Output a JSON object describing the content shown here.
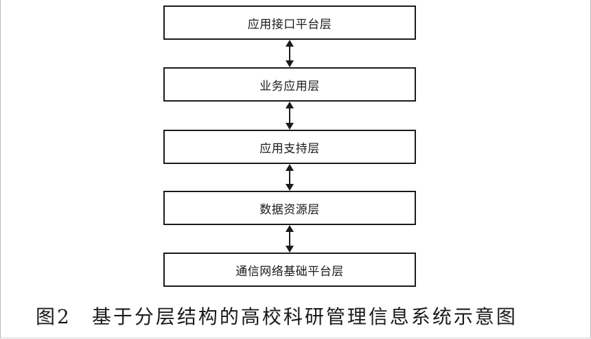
{
  "layers": [
    {
      "label": "应用接口平台层"
    },
    {
      "label": "业务应用层"
    },
    {
      "label": "应用支持层"
    },
    {
      "label": "数据资源层"
    },
    {
      "label": "通信网络基础平台层"
    }
  ],
  "caption": {
    "number": "图2",
    "text": "基于分层结构的高校科研管理信息系统示意图"
  },
  "colors": {
    "line": "#1a1a1a",
    "background": "#ffffff"
  }
}
